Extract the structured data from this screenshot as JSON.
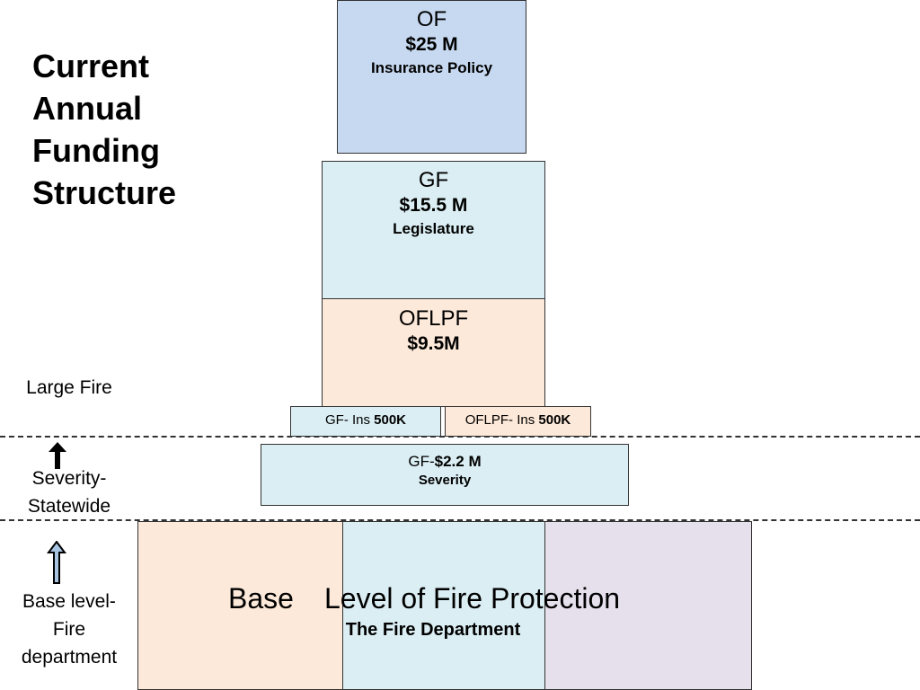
{
  "title_lines": [
    "Current",
    "Annual",
    "Funding",
    "Structure"
  ],
  "boxes": {
    "of": {
      "code": "OF",
      "amount": "$25 M",
      "source": "Insurance Policy"
    },
    "gf": {
      "code": "GF",
      "amount": "$15.5 M",
      "source": "Legislature"
    },
    "oflpf": {
      "code": "OFLPF",
      "amount": "$9.5M"
    },
    "gf_ins": {
      "prefix": "GF- Ins ",
      "amount": "500K"
    },
    "oflpf_ins": {
      "prefix": "OFLPF- Ins ",
      "amount": "500K"
    },
    "severity": {
      "prefix": "GF-",
      "amount": "$2.2 M",
      "source": "Severity"
    },
    "base": {
      "word1": "Base",
      "word2": "Level of Fire Protection",
      "source": "The Fire Department"
    }
  },
  "side_labels": {
    "large_fire": "Large Fire",
    "severity": [
      "Severity-",
      "Statewide"
    ],
    "base": [
      "Base level-",
      "Fire",
      "department"
    ]
  },
  "colors": {
    "of": "#c6d9f0",
    "gf": "#dbeef3",
    "oflpf": "#fde9d9",
    "base_left": "#fde9d9",
    "base_mid": "#dbeef3",
    "base_right": "#e5e0ec"
  }
}
